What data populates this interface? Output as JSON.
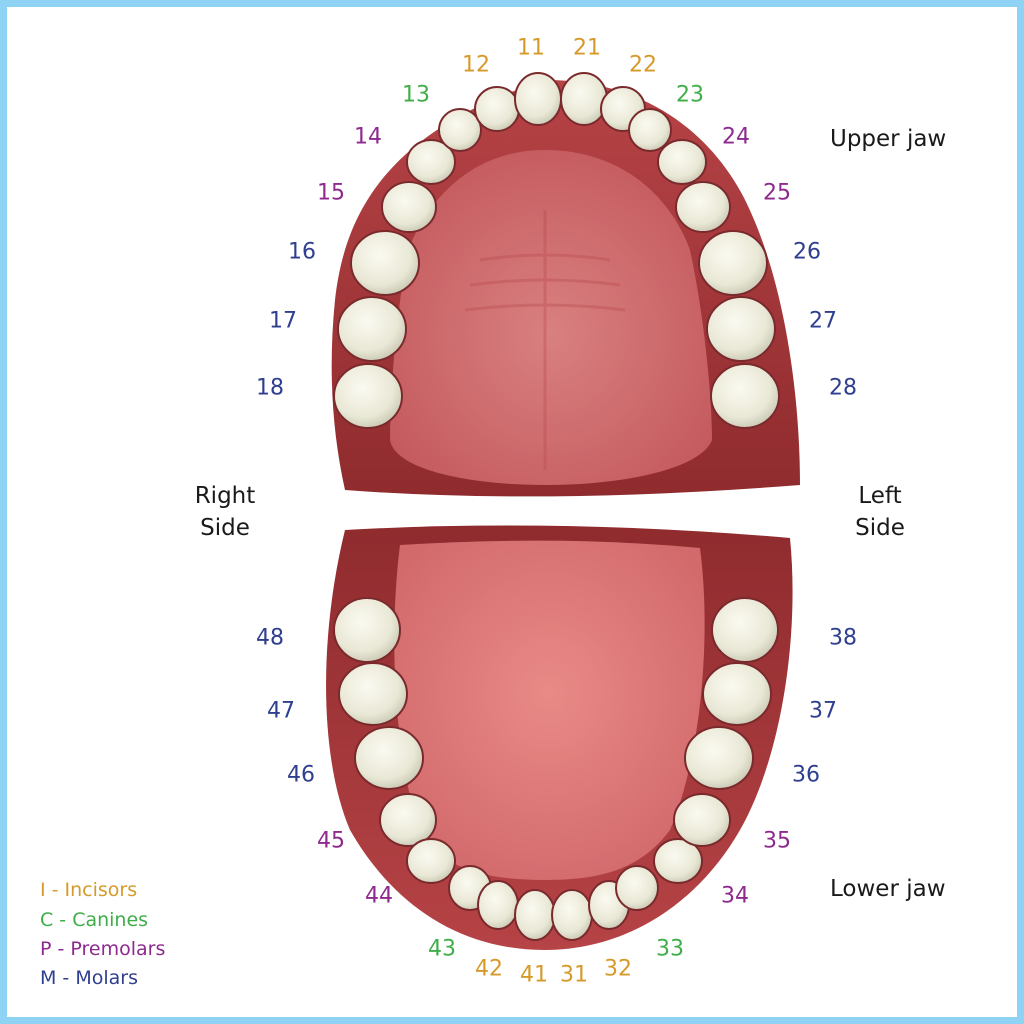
{
  "labels": {
    "upper_jaw": "Upper jaw",
    "lower_jaw": "Lower jaw",
    "right_side_1": "Right",
    "right_side_2": "Side",
    "left_side_1": "Left",
    "left_side_2": "Side"
  },
  "legend": [
    {
      "text": "I - Incisors",
      "type": "incisor"
    },
    {
      "text": "C - Canines",
      "type": "canine"
    },
    {
      "text": "P - Premolars",
      "type": "premolar"
    },
    {
      "text": "M - Molars",
      "type": "molar"
    }
  ],
  "colors": {
    "incisor": "#d69a2a",
    "canine": "#3fae49",
    "premolar": "#8e2a8e",
    "molar": "#2f3f8f",
    "border": "#8fd3f4",
    "gum": "#a8383a",
    "palate": "#cd6366",
    "tongue": "#e27b7a",
    "tooth": "#ecebd9"
  },
  "upper_teeth": [
    {
      "number": "18",
      "type": "molar"
    },
    {
      "number": "17",
      "type": "molar"
    },
    {
      "number": "16",
      "type": "molar"
    },
    {
      "number": "15",
      "type": "premolar"
    },
    {
      "number": "14",
      "type": "premolar"
    },
    {
      "number": "13",
      "type": "canine"
    },
    {
      "number": "12",
      "type": "incisor"
    },
    {
      "number": "11",
      "type": "incisor"
    },
    {
      "number": "21",
      "type": "incisor"
    },
    {
      "number": "22",
      "type": "incisor"
    },
    {
      "number": "23",
      "type": "canine"
    },
    {
      "number": "24",
      "type": "premolar"
    },
    {
      "number": "25",
      "type": "premolar"
    },
    {
      "number": "26",
      "type": "molar"
    },
    {
      "number": "27",
      "type": "molar"
    },
    {
      "number": "28",
      "type": "molar"
    }
  ],
  "lower_teeth": [
    {
      "number": "48",
      "type": "molar"
    },
    {
      "number": "47",
      "type": "molar"
    },
    {
      "number": "46",
      "type": "molar"
    },
    {
      "number": "45",
      "type": "premolar"
    },
    {
      "number": "44",
      "type": "premolar"
    },
    {
      "number": "43",
      "type": "canine"
    },
    {
      "number": "42",
      "type": "incisor"
    },
    {
      "number": "41",
      "type": "incisor"
    },
    {
      "number": "31",
      "type": "incisor"
    },
    {
      "number": "32",
      "type": "incisor"
    },
    {
      "number": "33",
      "type": "canine"
    },
    {
      "number": "34",
      "type": "premolar"
    },
    {
      "number": "35",
      "type": "premolar"
    },
    {
      "number": "36",
      "type": "molar"
    },
    {
      "number": "37",
      "type": "molar"
    },
    {
      "number": "38",
      "type": "molar"
    }
  ]
}
